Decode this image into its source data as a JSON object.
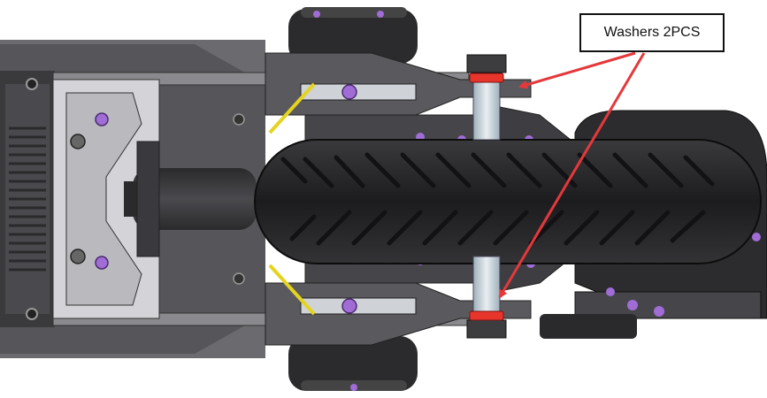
{
  "callout": {
    "label": "Washers 2PCS"
  },
  "colors": {
    "frame_dark": "#3a3a3c",
    "frame_grey": "#8a8a8e",
    "plate_light": "#b9b9be",
    "plate_bright": "#dcdce0",
    "tire": "#1e1e20",
    "tread": "#2e2e31",
    "fastener": "#a06cd5",
    "washer": "#e8352b",
    "arrow": "#e5383b",
    "axle": "#c7d3db",
    "yellow": "#e4d41f"
  },
  "icons": [
    "scooter-front-assembly",
    "tire",
    "washer-top",
    "washer-bottom",
    "callout-arrow-top",
    "callout-arrow-bottom"
  ]
}
